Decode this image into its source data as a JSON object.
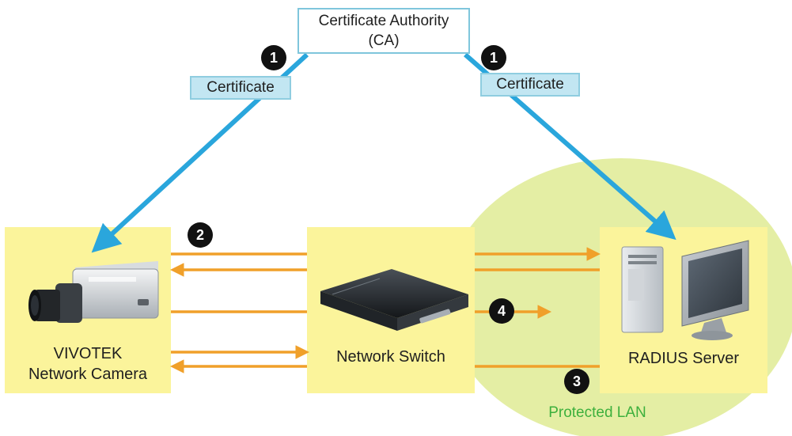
{
  "ca": {
    "line1": "Certificate Authority",
    "line2": "(CA)"
  },
  "certificates": {
    "left": "Certificate",
    "right": "Certificate"
  },
  "nodes": {
    "camera": {
      "line1": "VIVOTEK",
      "line2": "Network Camera"
    },
    "switch": {
      "label": "Network Switch"
    },
    "server": {
      "label": "RADIUS Server"
    }
  },
  "zone": {
    "label": "Protected LAN"
  },
  "steps": {
    "s1a": "1",
    "s1b": "1",
    "s2": "2",
    "s3": "3",
    "s4": "4"
  },
  "colors": {
    "blue_arrow": "#2aa6dc",
    "orange_arrow": "#f0a02a",
    "panel": "#fbf49b",
    "lan_ellipse": "#e4eea4",
    "lan_text": "#3db03d",
    "badge": "#111111"
  }
}
